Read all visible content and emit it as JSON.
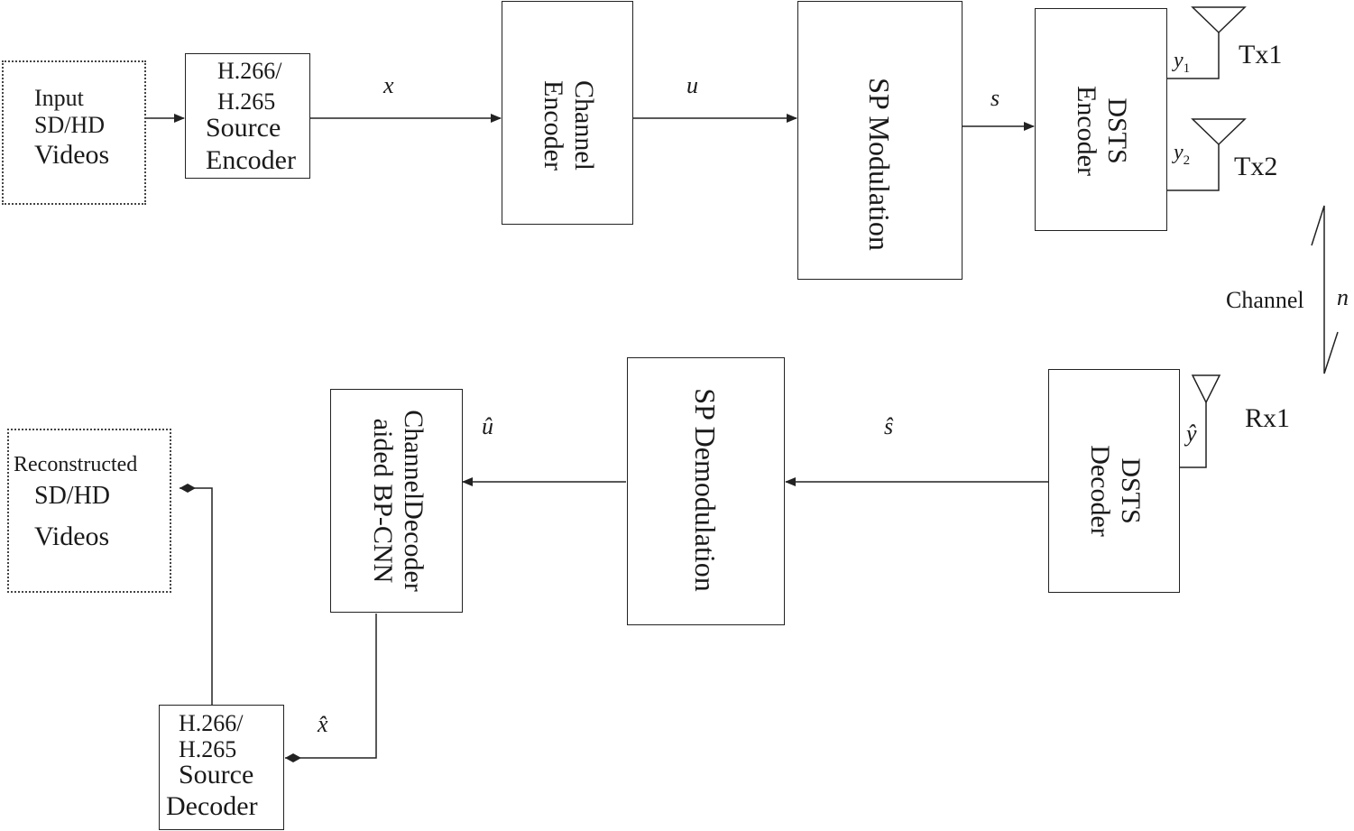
{
  "input_video": {
    "line1": "Input",
    "line2": "SD/HD",
    "line3": "Videos"
  },
  "source_encoder": {
    "line1": "H.266/",
    "line2": "H.265",
    "line3": "Source",
    "line4": "Encoder"
  },
  "channel_encoder": {
    "line1": "Channel",
    "line2": "Encoder"
  },
  "sp_modulation": {
    "label": "SP Modulation"
  },
  "dsts_encoder": {
    "line1": "DSTS",
    "line2": "Encoder"
  },
  "dsts_decoder": {
    "line1": "DSTS",
    "line2": "Decoder"
  },
  "sp_demodulation": {
    "label": "SP Demodulation"
  },
  "channel_decoder": {
    "line1": "ChannelDecoder",
    "line2": "aided BP-CNN"
  },
  "source_decoder": {
    "line1": "H.266/",
    "line2": "H.265",
    "line3": "Source",
    "line4": "Decoder"
  },
  "reconstructed_video": {
    "line1": "Reconstructed",
    "line2": "SD/HD",
    "line3": "Videos"
  },
  "antennas": {
    "tx1": "Tx1",
    "tx2": "Tx2",
    "rx1": "Rx1"
  },
  "channel": {
    "label": "Channel",
    "noise": "n"
  },
  "signals": {
    "x": "x",
    "u": "u",
    "s": "s",
    "y1": "y",
    "y1_sub": "1",
    "y2": "y",
    "y2_sub": "2",
    "y_hat": "ŷ",
    "s_hat": "ŝ",
    "u_hat": "û",
    "x_hat": "x̂"
  }
}
